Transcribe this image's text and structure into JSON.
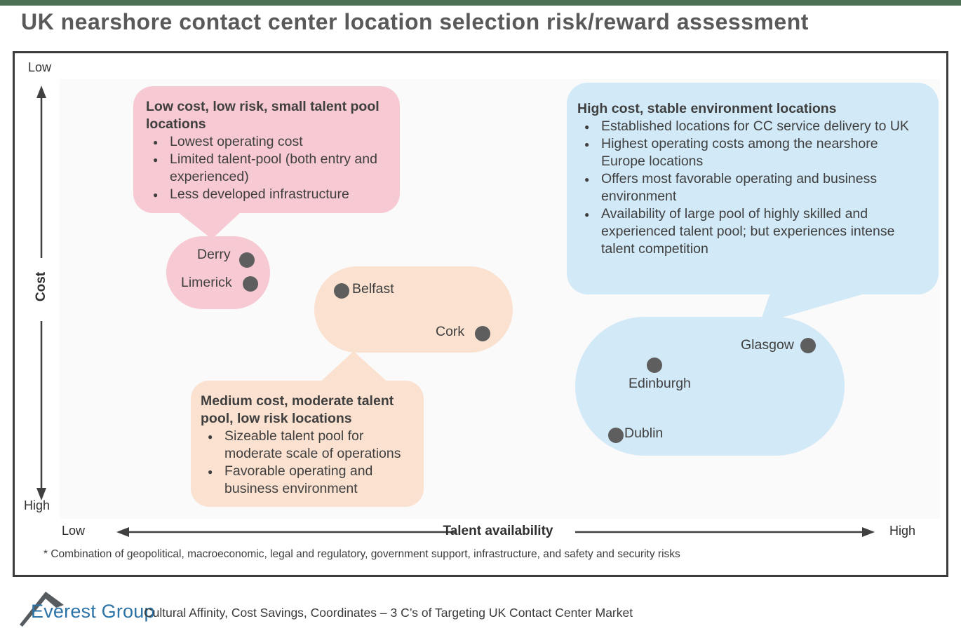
{
  "header": {
    "title": "UK nearshore contact center location selection risk/reward assessment"
  },
  "axes": {
    "y": {
      "label": "Cost",
      "top": "Low",
      "bottom": "High"
    },
    "x": {
      "label": "Talent availability",
      "left": "Low",
      "right": "High"
    }
  },
  "callouts": {
    "pink": {
      "title": "Low cost, low risk, small talent pool locations",
      "bullets": [
        "Lowest operating cost",
        "Limited talent-pool (both entry and experienced)",
        "Less developed infrastructure"
      ]
    },
    "blue": {
      "title": "High cost, stable environment locations",
      "bullets": [
        "Established locations for CC service delivery to UK",
        "Highest operating costs among the nearshore Europe locations",
        "Offers most favorable operating and business environment",
        "Availability of large pool of highly skilled and experienced talent pool; but experiences intense talent competition"
      ]
    },
    "peach": {
      "title": "Medium cost, moderate talent pool, low risk locations",
      "bullets": [
        "Sizeable talent pool for moderate scale of operations",
        "Favorable operating and business environment"
      ]
    }
  },
  "clusters": {
    "pink": {
      "cities": [
        "Derry",
        "Limerick"
      ]
    },
    "peach": {
      "cities": [
        "Belfast",
        "Cork"
      ]
    },
    "blue": {
      "cities": [
        "Glasgow",
        "Edinburgh",
        "Dublin"
      ]
    }
  },
  "footnote": "* Combination of geopolitical, macroeconomic, legal and regulatory, government support, infrastructure, and safety and security risks",
  "footer": {
    "brand": "Everest Group",
    "tagline": "Cultural Affinity, Cost Savings, Coordinates – 3 C’s of Targeting UK Contact Center Market"
  },
  "colors": {
    "accent_bar": "#4d7154",
    "frame_border": "#3b3b3b",
    "pink": "#f7c9d2",
    "peach": "#fbe1d0",
    "blue": "#d2e9f7",
    "dot": "#5e5e5e",
    "brand_blue": "#2c73a8"
  },
  "chart_data": {
    "type": "scatter",
    "title": "UK nearshore contact center location selection risk/reward assessment",
    "xlabel": "Talent availability",
    "ylabel": "Cost",
    "x_scale": [
      "Low",
      "High"
    ],
    "y_scale_top_to_bottom": [
      "Low",
      "High"
    ],
    "grid": false,
    "legend": "none",
    "footnote": "* Combination of geopolitical, macroeconomic, legal and regulatory, government support, infrastructure, and safety and security risks",
    "series": [
      {
        "name": "Low cost, low risk, small talent pool locations",
        "color": "#f7c9d2",
        "points": [
          {
            "city": "Derry",
            "talent_availability_pct": 21,
            "cost_pct": 41
          },
          {
            "city": "Limerick",
            "talent_availability_pct": 22,
            "cost_pct": 47
          }
        ],
        "notes": [
          "Lowest operating cost",
          "Limited talent-pool (both entry and experienced)",
          "Less developed infrastructure"
        ]
      },
      {
        "name": "Medium cost, moderate talent pool, low risk locations",
        "color": "#fbe1d0",
        "points": [
          {
            "city": "Belfast",
            "talent_availability_pct": 32,
            "cost_pct": 48
          },
          {
            "city": "Cork",
            "talent_availability_pct": 48,
            "cost_pct": 58
          }
        ],
        "notes": [
          "Sizeable talent pool for moderate scale of operations",
          "Favorable operating and business environment"
        ]
      },
      {
        "name": "High cost, stable environment locations",
        "color": "#d2e9f7",
        "points": [
          {
            "city": "Glasgow",
            "talent_availability_pct": 85,
            "cost_pct": 61
          },
          {
            "city": "Edinburgh",
            "talent_availability_pct": 68,
            "cost_pct": 65
          },
          {
            "city": "Dublin",
            "talent_availability_pct": 63,
            "cost_pct": 81
          }
        ],
        "notes": [
          "Established locations for CC service delivery to UK",
          "Highest operating costs among the nearshore Europe locations",
          "Offers most favorable operating and business environment",
          "Availability of large pool of highly skilled and experienced talent pool; but experiences intense talent competition"
        ]
      }
    ]
  }
}
